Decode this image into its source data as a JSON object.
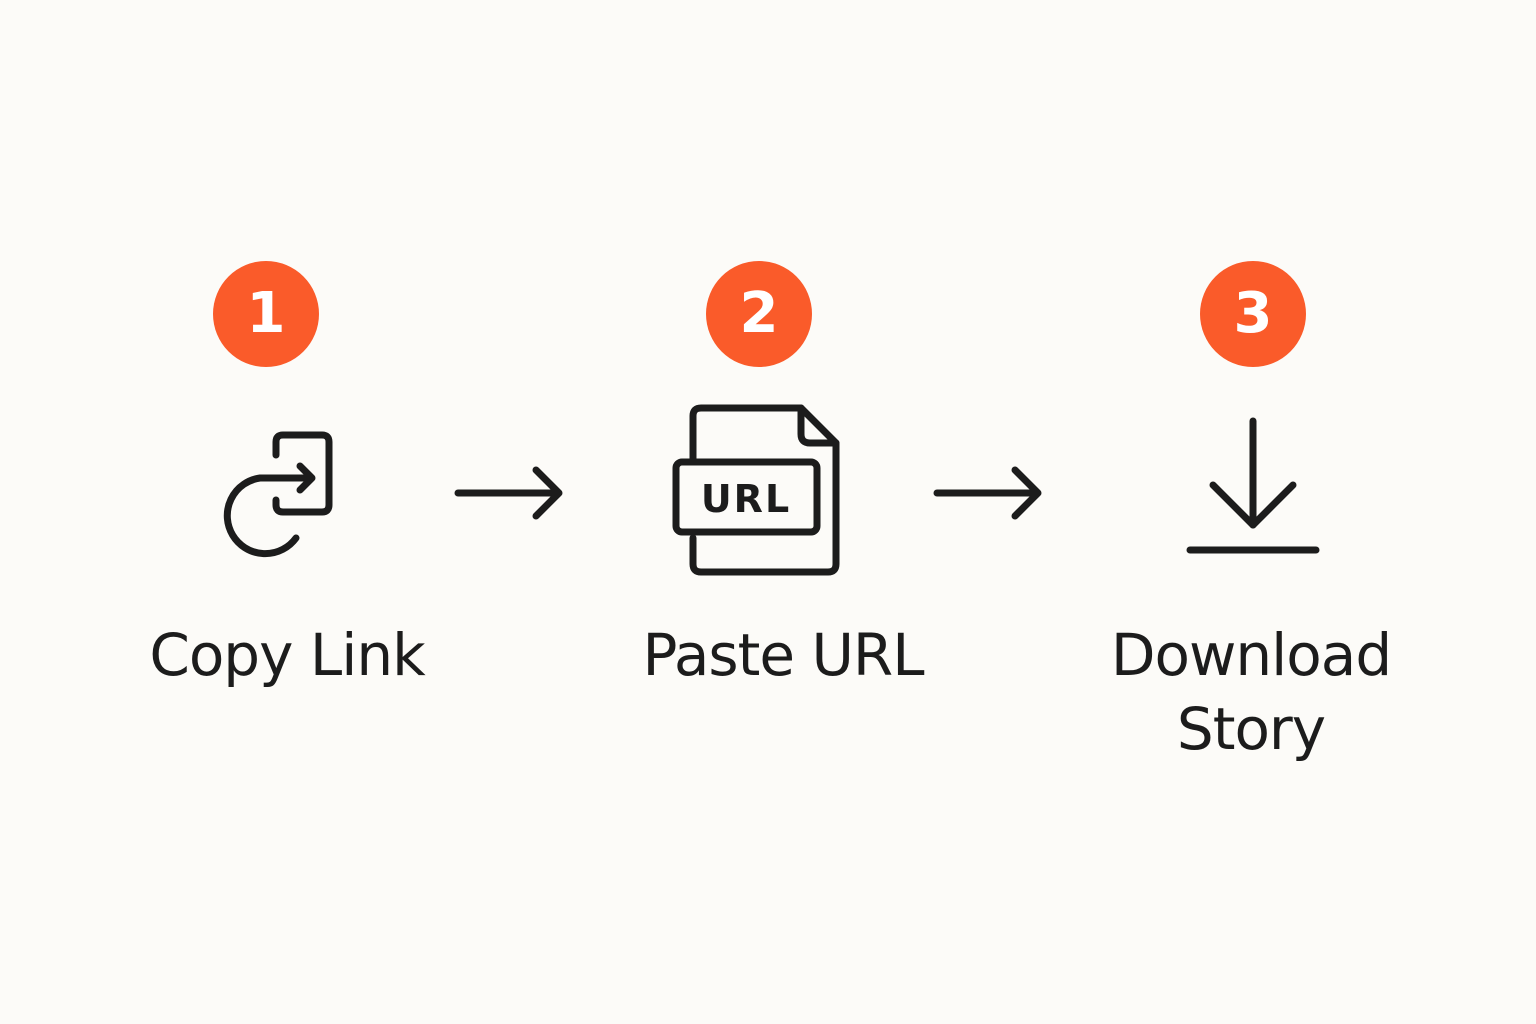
{
  "colors": {
    "background": "#fcfbf8",
    "accent": "#fa5b2a",
    "ink": "#1c1c1c"
  },
  "steps": [
    {
      "number": "1",
      "label": "Copy Link",
      "icon": "copy-link-icon"
    },
    {
      "number": "2",
      "label": "Paste URL",
      "icon": "url-document-icon",
      "icon_text": "URL"
    },
    {
      "number": "3",
      "label_lines": [
        "Download",
        "Story"
      ],
      "icon": "download-icon"
    }
  ],
  "connectors": [
    "arrow-right-icon",
    "arrow-right-icon"
  ]
}
